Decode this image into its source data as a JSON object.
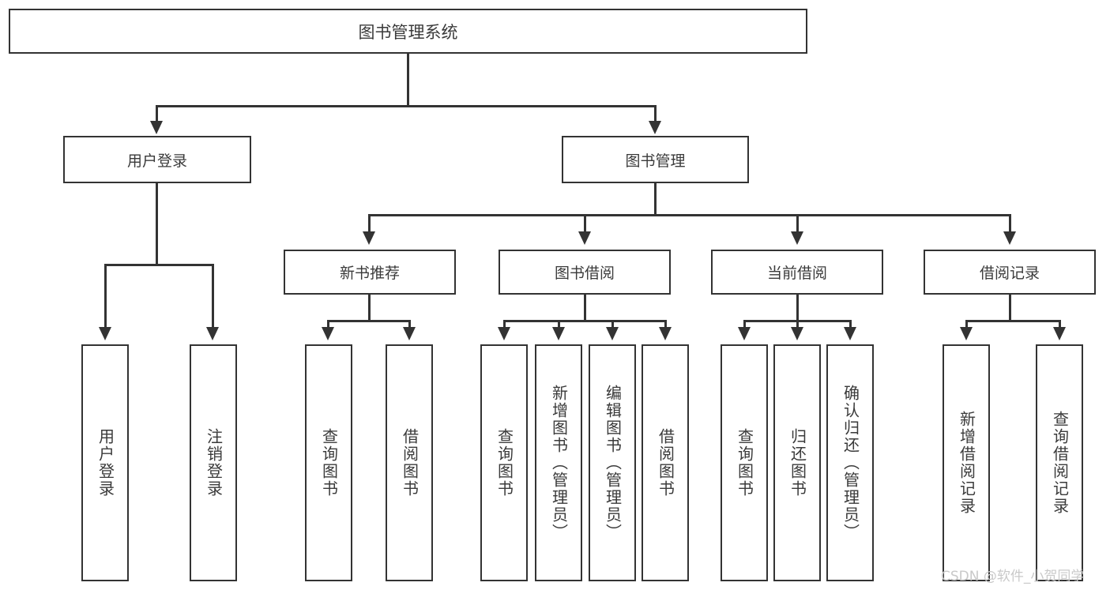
{
  "diagram": {
    "type": "tree-hierarchy",
    "root": {
      "label": "图书管理系统"
    },
    "level1": [
      {
        "label": "用户登录"
      },
      {
        "label": "图书管理"
      }
    ],
    "level2": [
      {
        "label": "新书推荐"
      },
      {
        "label": "图书借阅"
      },
      {
        "label": "当前借阅"
      },
      {
        "label": "借阅记录"
      }
    ],
    "leaves": {
      "user_login": [
        {
          "label": "用户登录"
        },
        {
          "label": "注销登录"
        }
      ],
      "new_book_recommend": [
        {
          "label": "查询图书"
        },
        {
          "label": "借阅图书"
        }
      ],
      "book_borrow": [
        {
          "label": "查询图书"
        },
        {
          "label": "新增图书（管理员）"
        },
        {
          "label": "编辑图书（管理员）"
        },
        {
          "label": "借阅图书"
        }
      ],
      "current_borrow": [
        {
          "label": "查询图书"
        },
        {
          "label": "归还图书"
        },
        {
          "label": "确认归还（管理员）"
        }
      ],
      "borrow_record": [
        {
          "label": "新增借阅记录"
        },
        {
          "label": "查询借阅记录"
        }
      ]
    }
  },
  "watermark": {
    "text": "CSDN @软件_小贺同学"
  },
  "colors": {
    "stroke": "#333333",
    "text": "#3a3a3a",
    "background": "#ffffff",
    "watermark": "#c9c9c9"
  }
}
